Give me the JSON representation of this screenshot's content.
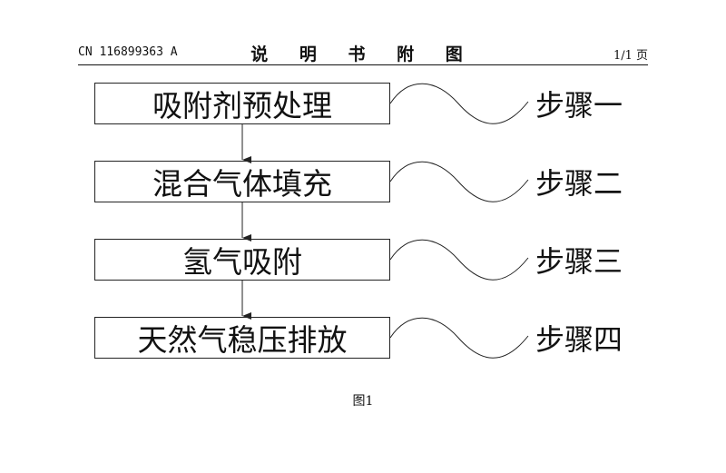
{
  "header": {
    "doc_number": "CN 116899363 A",
    "title": "说 明 书 附 图",
    "page": "1/1 页"
  },
  "steps": [
    {
      "text": "吸附剂预处理",
      "label": "步骤一"
    },
    {
      "text": "混合气体填充",
      "label": "步骤二"
    },
    {
      "text": "氢气吸附",
      "label": "步骤三"
    },
    {
      "text": "天然气稳压排放",
      "label": "步骤四"
    }
  ],
  "figure": {
    "caption": "图1"
  },
  "colors": {
    "line": "#222222",
    "text": "#111111"
  }
}
